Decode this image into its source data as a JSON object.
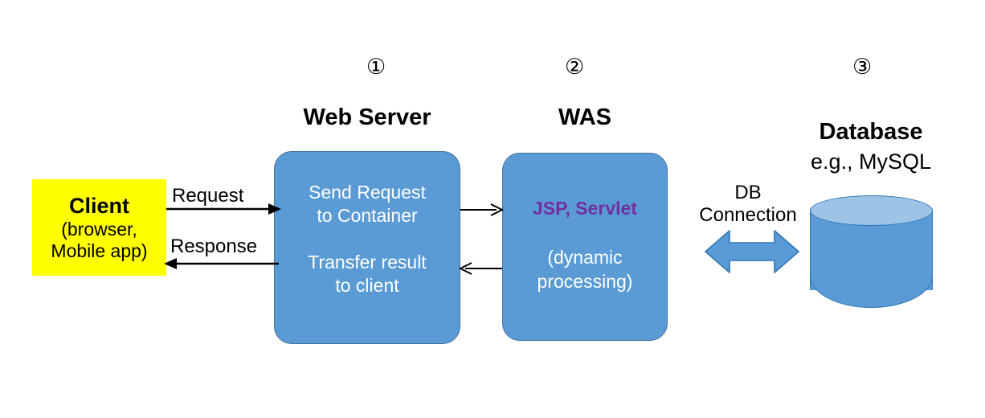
{
  "diagram": {
    "title": "Web Server / WAS / Database request flow",
    "colors": {
      "box_fill": "#5B9BD5",
      "box_border": "#41719C",
      "client_fill": "#FFFF00",
      "accent_text": "#7030A0",
      "cylinder_top": "#9DC3E6",
      "cylinder_border": "#2E75B6",
      "arrow": "#000000",
      "db_arrow_fill": "#5B9BD5"
    }
  },
  "steps": [
    {
      "id": "step-1",
      "label": "①"
    },
    {
      "id": "step-2",
      "label": "②"
    },
    {
      "id": "step-3",
      "label": "③"
    }
  ],
  "client": {
    "title": "Client",
    "line1": "(browser,",
    "line2": "Mobile app)"
  },
  "web_server": {
    "heading": "Web Server",
    "body": [
      "Send Request",
      "to Container",
      "Transfer result",
      "to client"
    ]
  },
  "was": {
    "heading": "WAS",
    "accent": "JSP, Servlet",
    "body": [
      "(dynamic",
      "processing)"
    ]
  },
  "database": {
    "heading": "Database",
    "subheading": "e.g., MySQL"
  },
  "arrows": {
    "request": "Request",
    "response": "Response",
    "db_connection_line1": "DB",
    "db_connection_line2": "Connection"
  }
}
